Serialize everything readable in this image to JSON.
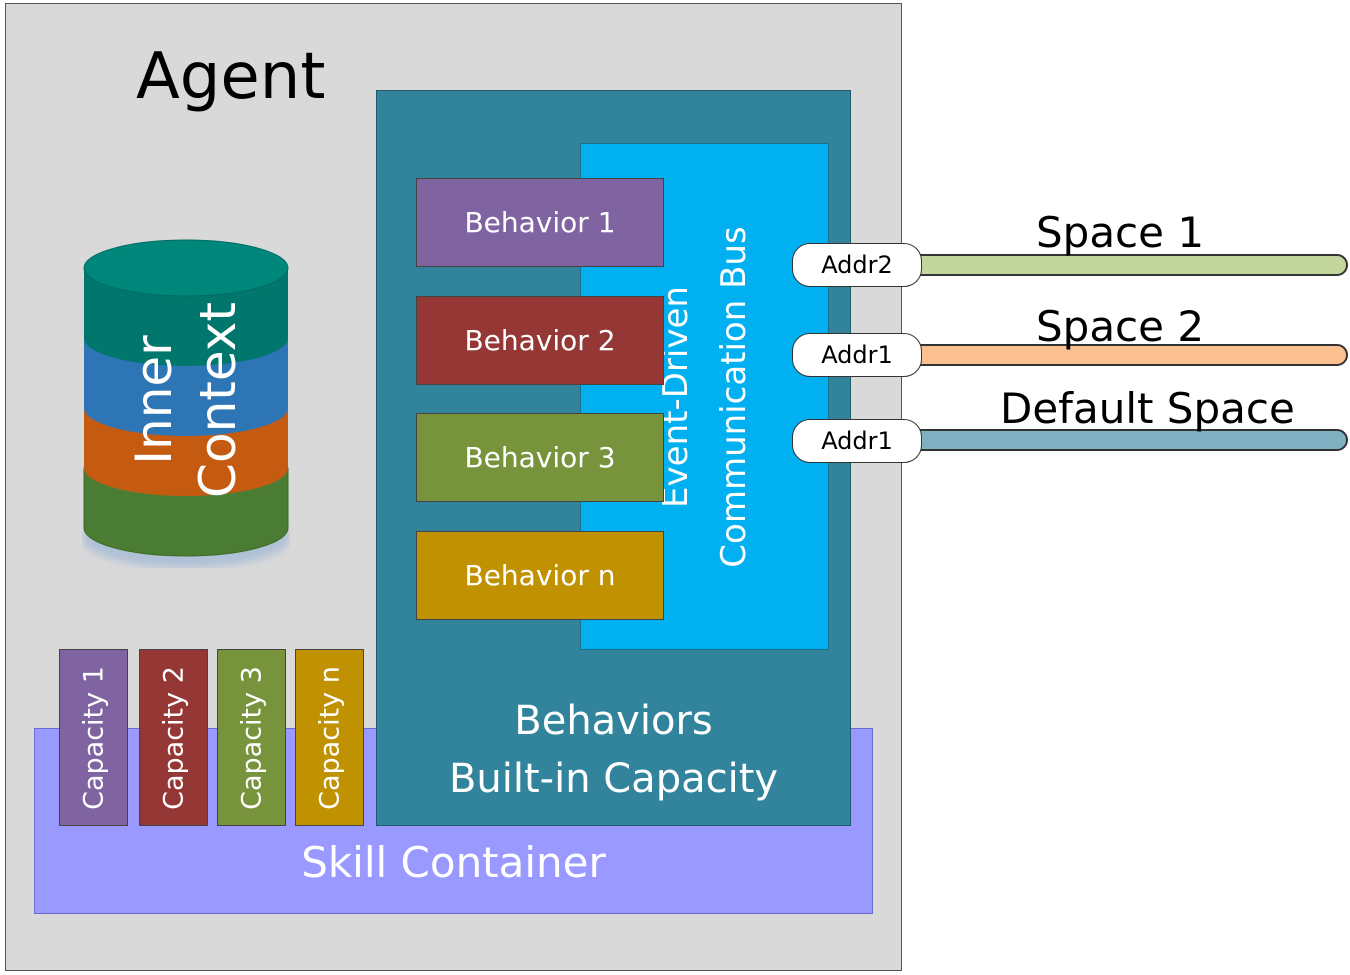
{
  "agent": {
    "title": "Agent"
  },
  "inner_context": {
    "line1": "Inner",
    "line2": "Context"
  },
  "behaviors": [
    {
      "label": "Behavior 1",
      "color": "#8064a2"
    },
    {
      "label": "Behavior 2",
      "color": "#953735"
    },
    {
      "label": "Behavior 3",
      "color": "#77933c"
    },
    {
      "label": "Behavior n",
      "color": "#c09100"
    }
  ],
  "bus": {
    "line1": "Event-Driven",
    "line2": "Communication Bus"
  },
  "behaviors_box": {
    "line1": "Behaviors",
    "line2": "Built-in Capacity"
  },
  "capacities": [
    {
      "label": "Capacity 1",
      "color": "#8064a2"
    },
    {
      "label": "Capacity 2",
      "color": "#953735"
    },
    {
      "label": "Capacity 3",
      "color": "#77933c"
    },
    {
      "label": "Capacity n",
      "color": "#c09100"
    }
  ],
  "skill_container": {
    "label": "Skill Container"
  },
  "spaces": [
    {
      "addr": "Addr2",
      "name": "Space 1",
      "color": "#c3d69b"
    },
    {
      "addr": "Addr1",
      "name": "Space 2",
      "color": "#fac08f"
    },
    {
      "addr": "Addr1",
      "name": "Default Space",
      "color": "#7fb1c2"
    }
  ]
}
